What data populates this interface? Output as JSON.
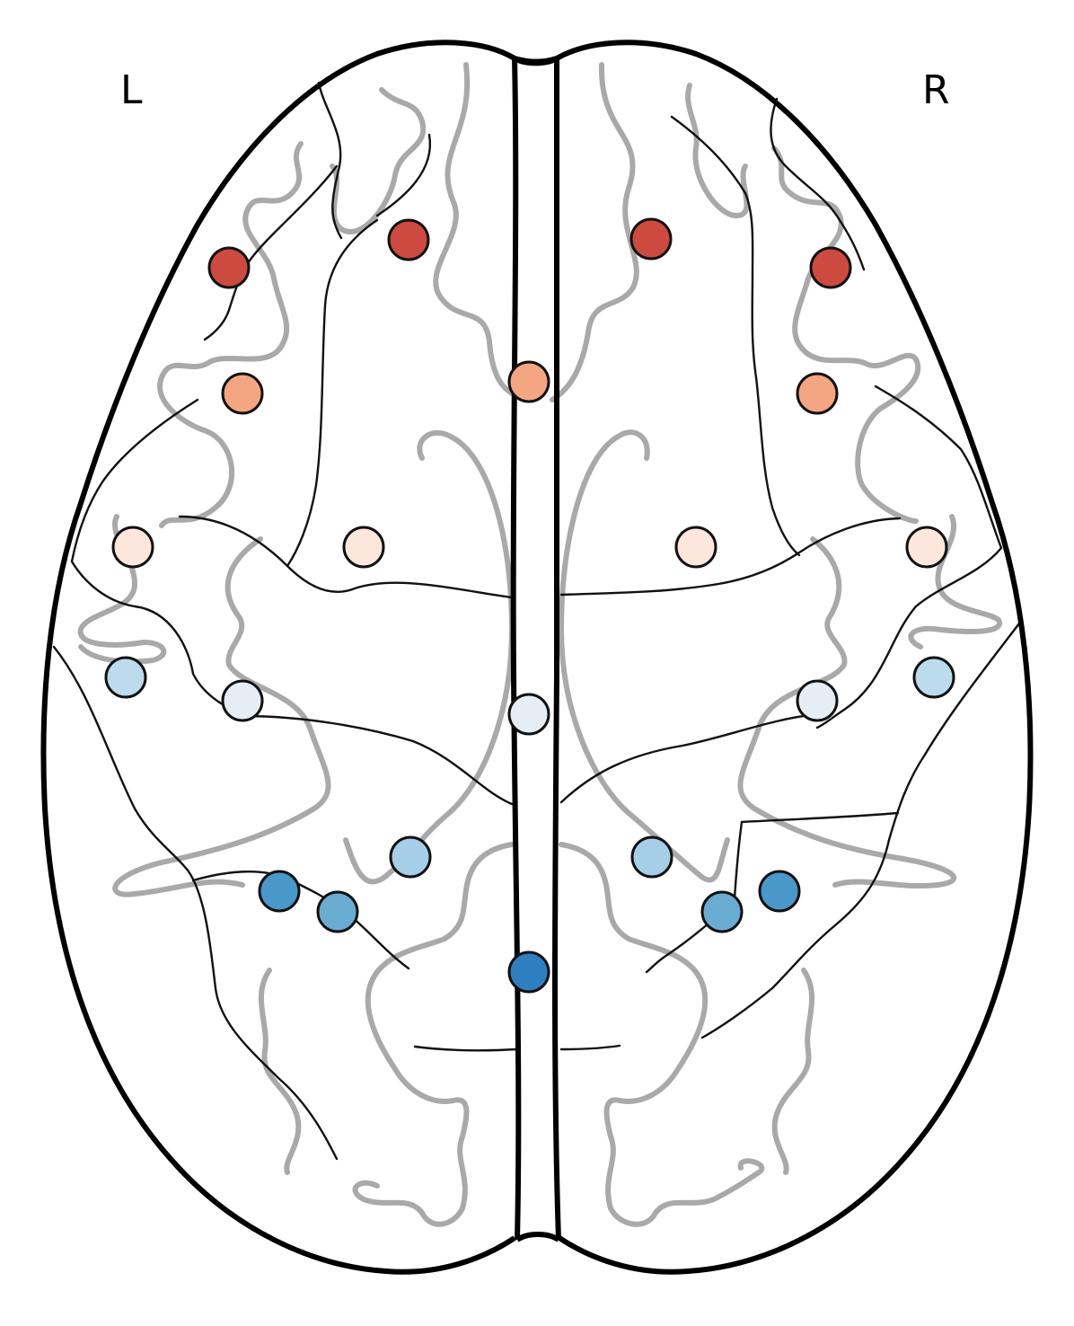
{
  "labels": {
    "left": "L",
    "right": "R"
  },
  "color_scale": {
    "strong_positive": "#cc4a40",
    "positive": "#f4a582",
    "weak_positive": "#fde7dc",
    "weak_negative": "#e6eef5",
    "negative": "#bcdcee",
    "moderate_negative": "#a6cee6",
    "strong_negative": "#6aabd2",
    "stronger_negative": "#4a97c9",
    "strongest_negative": "#2f7fbf"
  },
  "electrodes": [
    {
      "id": "e1",
      "level": "strong_positive"
    },
    {
      "id": "e2",
      "level": "strong_positive"
    },
    {
      "id": "e3",
      "level": "strong_positive"
    },
    {
      "id": "e4",
      "level": "strong_positive"
    },
    {
      "id": "e5",
      "level": "positive"
    },
    {
      "id": "e6",
      "level": "positive"
    },
    {
      "id": "e7",
      "level": "positive"
    },
    {
      "id": "e8",
      "level": "weak_positive"
    },
    {
      "id": "e9",
      "level": "weak_positive"
    },
    {
      "id": "e10",
      "level": "weak_positive"
    },
    {
      "id": "e11",
      "level": "weak_positive"
    },
    {
      "id": "e12",
      "level": "negative"
    },
    {
      "id": "e13",
      "level": "weak_negative"
    },
    {
      "id": "e14",
      "level": "weak_negative"
    },
    {
      "id": "e15",
      "level": "weak_negative"
    },
    {
      "id": "e16",
      "level": "negative"
    },
    {
      "id": "e17",
      "level": "moderate_negative"
    },
    {
      "id": "e18",
      "level": "moderate_negative"
    },
    {
      "id": "e19",
      "level": "stronger_negative"
    },
    {
      "id": "e20",
      "level": "strong_negative"
    },
    {
      "id": "e21",
      "level": "strong_negative"
    },
    {
      "id": "e22",
      "level": "stronger_negative"
    },
    {
      "id": "e23",
      "level": "strongest_negative"
    }
  ]
}
